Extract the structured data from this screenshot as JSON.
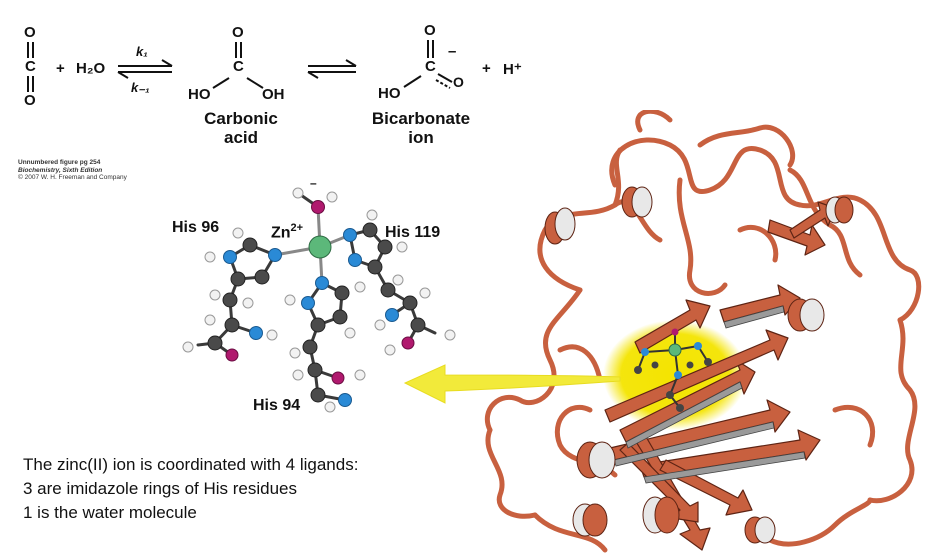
{
  "reaction": {
    "plus1": "+",
    "water": "H₂O",
    "k1": "k₁",
    "k_minus1": "k₋₁",
    "ho1": "HO",
    "oh1": "OH",
    "ho2": "HO",
    "charge": "–",
    "plus2": "+",
    "proton": "H⁺",
    "carbonic_line1": "Carbonic",
    "carbonic_line2": "acid",
    "bicarb_line1": "Bicarbonate",
    "bicarb_line2": "ion",
    "c": "C",
    "o": "O"
  },
  "credit": {
    "line1": "Unnumbered figure pg 254",
    "line2": "Biochemistry, Sixth Edition",
    "line3": "© 2007 W. H. Freeman and Company"
  },
  "residues": {
    "his96": "His 96",
    "zn": "Zn",
    "zn_charge": "2+",
    "his119": "His 119",
    "his94": "His 94"
  },
  "caption": {
    "line1": "The zinc(II) ion is coordinated with 4 ligands:",
    "line2": "3 are imidazole rings of His residues",
    "line3": "1 is the water molecule"
  },
  "colors": {
    "protein": "#c8603f",
    "protein_outline": "#6b2a1a",
    "highlight": "#f4e400",
    "arrow": "#f2ea3a",
    "zinc": "#5cb87a",
    "nitrogen": "#2a8ad6",
    "oxygen": "#b0196e",
    "carbon": "#555555",
    "hydrogen": "#f2f2f2"
  }
}
